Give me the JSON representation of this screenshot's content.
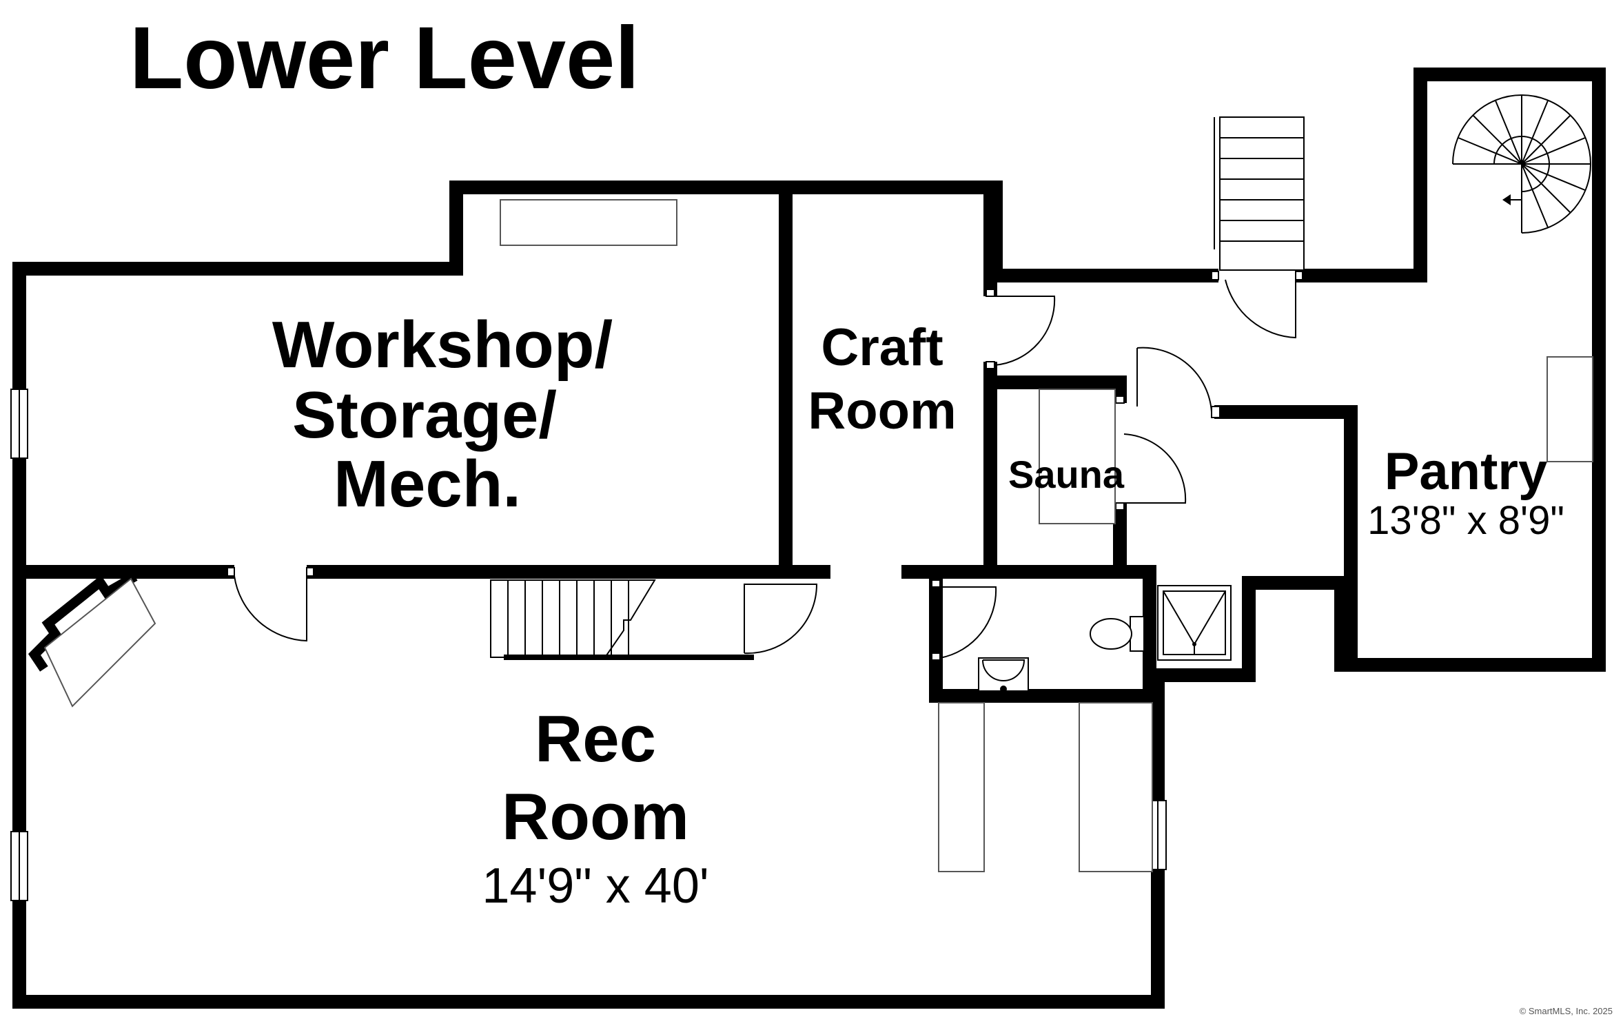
{
  "title": "Lower Level",
  "rooms": {
    "workshop": {
      "line1": "Workshop/",
      "line2": "Storage/",
      "line3": "Mech."
    },
    "craft": {
      "line1": "Craft",
      "line2": "Room"
    },
    "sauna": {
      "name": "Sauna"
    },
    "pantry": {
      "name": "Pantry",
      "dimensions": "13'8\" x 8'9\""
    },
    "rec": {
      "line1": "Rec",
      "line2": "Room",
      "dimensions": "14'9\" x 40'"
    }
  },
  "copyright": "© SmartMLS, Inc. 2025"
}
